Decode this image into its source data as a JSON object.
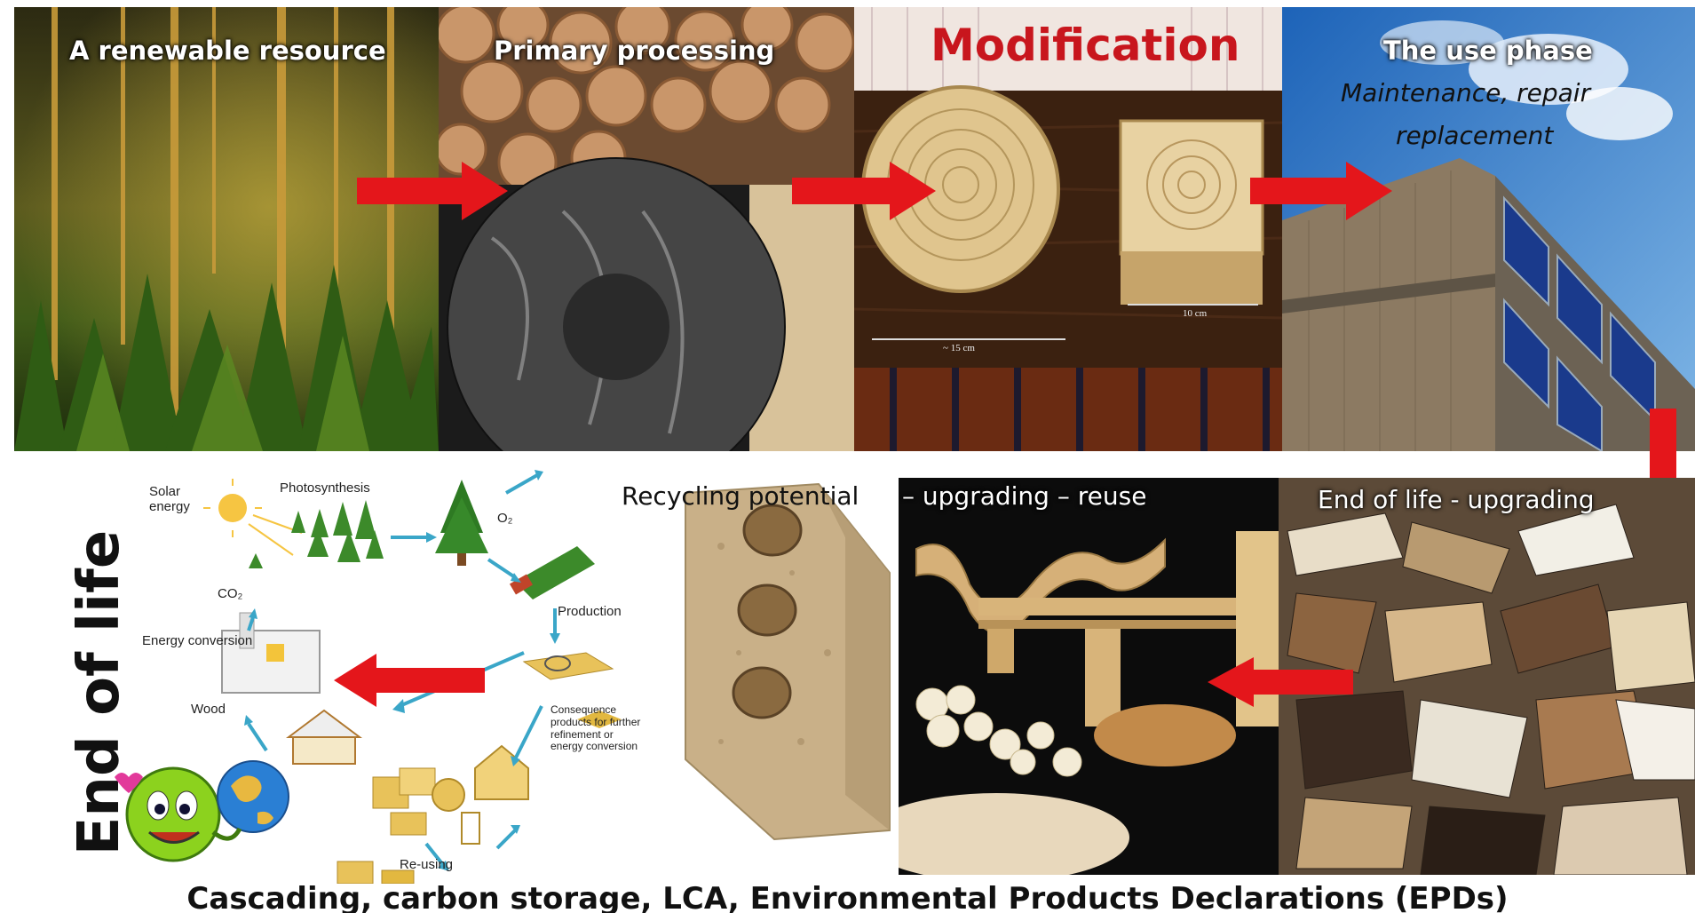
{
  "top_row": {
    "panel1_title": "A renewable resource",
    "panel2_title": "Primary processing",
    "panel3_title": "Modification",
    "panel3_left_scale": "~ 15 cm",
    "panel3_right_scale": "10 cm",
    "panel4_title": "The use phase",
    "panel4_subtitle_1": "Maintenance, repair",
    "panel4_subtitle_2": "replacement"
  },
  "bottom_row": {
    "vertical_title": "End of life",
    "recycling_title": "Recycling potential",
    "upgrading_title": "– upgrading – reuse",
    "end_of_life_upgrading_title": "End of life - upgrading"
  },
  "cycle_diagram": {
    "solar_energy": "Solar\nenergy",
    "photosynthesis": "Photosynthesis",
    "o2": "O₂",
    "co2": "CO₂",
    "energy_conversion": "Energy conversion",
    "wood": "Wood",
    "production": "Production",
    "consequence": "Consequence\nproducts for further\nrefinement or\nenergy conversion",
    "re_using": "Re-using"
  },
  "footer": {
    "caption": "Cascading, carbon storage, LCA, Environmental Products Declarations (EPDs)"
  },
  "colors": {
    "arrow_red": "#e4161b",
    "modification_red": "#c8161d",
    "cycle_arrow_blue": "#3aa6c8"
  }
}
